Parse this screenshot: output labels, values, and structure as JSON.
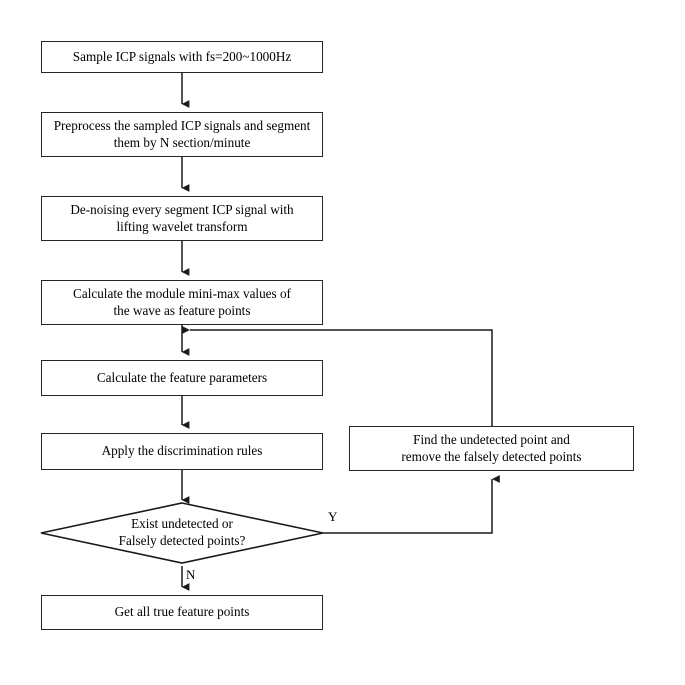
{
  "diagram": {
    "title": "ICP signal feature point detection flowchart",
    "line_color": "#262626",
    "text_color": "#000000",
    "background": "#ffffff",
    "nodes": [
      {
        "id": "sample",
        "type": "process",
        "text": "Sample ICP signals with fs=200~1000Hz"
      },
      {
        "id": "preprocess",
        "type": "process",
        "text": "Preprocess the sampled ICP signals and segment\nthem by N section/minute"
      },
      {
        "id": "denoise",
        "type": "process",
        "text": "De-noising every segment ICP signal with\nlifting wavelet transform"
      },
      {
        "id": "minimax",
        "type": "process",
        "text": "Calculate the module mini-max values of\nthe wave as feature points"
      },
      {
        "id": "feature-params",
        "type": "process",
        "text": "Calculate the feature parameters"
      },
      {
        "id": "discrimination",
        "type": "process",
        "text": "Apply the discrimination rules"
      },
      {
        "id": "decision",
        "type": "decision",
        "text": "Exist undetected or\nFalsely detected points?"
      },
      {
        "id": "result",
        "type": "process",
        "text": "Get all true feature points"
      },
      {
        "id": "correction",
        "type": "process",
        "text": "Find the undetected point and\nremove the falsely detected points"
      }
    ],
    "branches": {
      "yes_label": "Y",
      "no_label": "N"
    }
  }
}
